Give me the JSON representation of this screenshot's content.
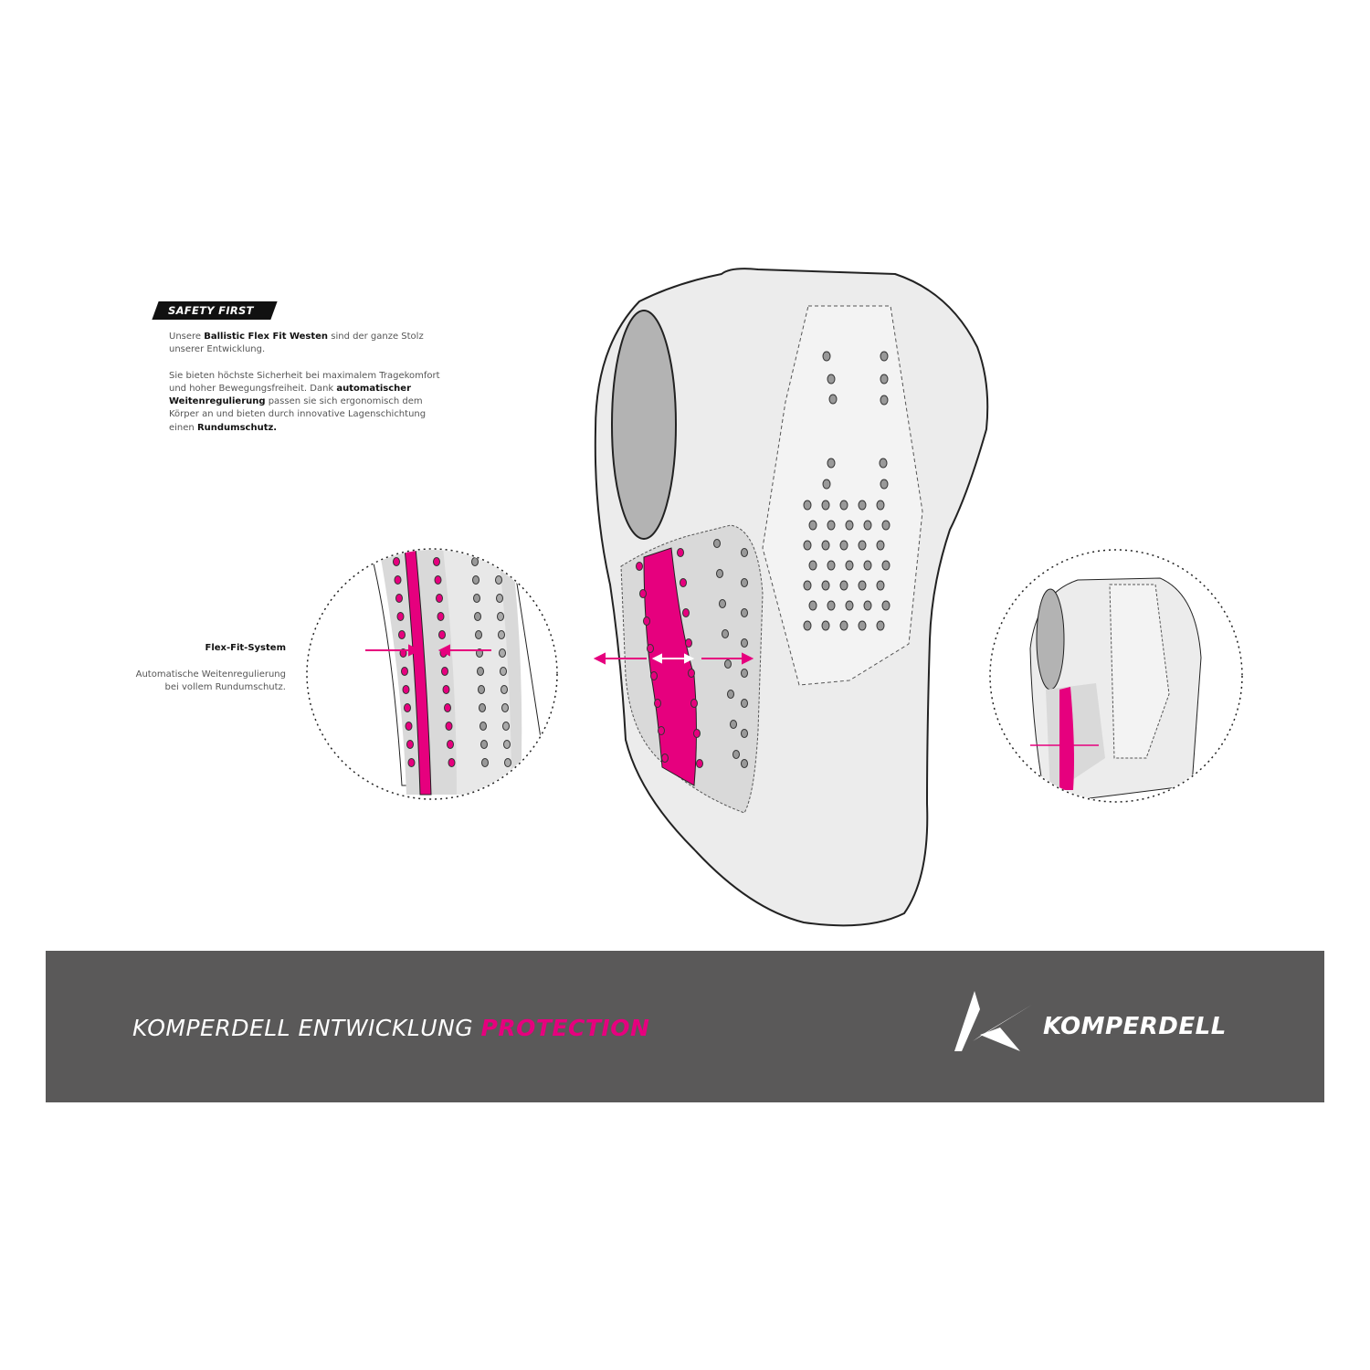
{
  "intro": {
    "badge": "SAFETY FIRST",
    "p1_pre": "Unsere ",
    "p1_bold": "Ballistic Flex Fit Westen",
    "p1_post": " sind der ganze Stolz unserer Entwicklung.",
    "p2_pre": "Sie bieten höchste Sicherheit bei maximalem Tragekomfort und hoher Bewegungsfreiheit. Dank ",
    "p2_bold": "automatischer Weitenregulierung",
    "p2_post": " passen sie sich ergonomisch dem Körper an und bieten durch innovative Lagenschichtung einen ",
    "p2_end_bold": "Rundumschutz."
  },
  "flexfit": {
    "title": "Flex-Fit-System",
    "desc_line1": "Automatische Weitenregulierung",
    "desc_line2": "bei vollem Rundumschutz."
  },
  "band": {
    "text": "KOMPERDELL ENTWICKLUNG ",
    "highlight": "PROTECTION",
    "brand": "KOMPERDELL"
  },
  "colors": {
    "accent": "#e6007e",
    "band": "#5a5959"
  }
}
